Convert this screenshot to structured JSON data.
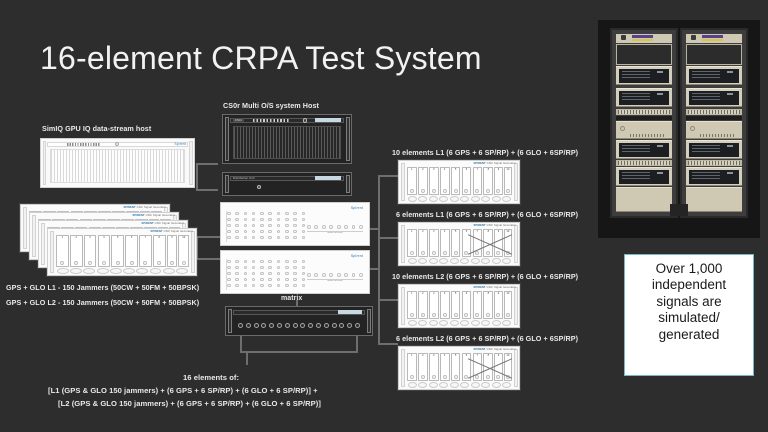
{
  "slide": {
    "title": "16-element CRPA Test System",
    "background_color": "#2d2d2d",
    "title_color": "#f2f2f2"
  },
  "labels": {
    "simiq_host": "SimIQ GPU  IQ data-stream host",
    "cs0r_host": "CS0r Multi O/S system Host",
    "matrix": "matrix",
    "jammer_l1": "GPS + GLO L1 - 150 Jammers (50CW + 50FM + 50BPSK)",
    "jammer_l2": "GPS + GLO L2 - 150 Jammers (50CW + 50FM + 50BPSK)",
    "ten_elements_l1": "10 elements L1 (6 GPS + 6 SP/RP) + (6 GLO + 6SP/RP)",
    "six_elements_l1": "6 elements L1 (6 GPS + 6 SP/RP) + (6 GLO + 6SP/RP)",
    "ten_elements_l2": "10 elements L2 (6 GPS + 6 SP/RP) + (6 GLO + 6SP/RP)",
    "six_elements_l2": "6 elements L2 (6 GPS + 6 SP/RP) + (6 GLO + 6SP/RP)"
  },
  "summary": {
    "line1": "16 elements of:",
    "line2": "[L1 (GPS & GLO 150 jammers) + (6 GPS + 6 SP/RP) + (6 GLO + 6 SP/RP)] +",
    "line3": "[L2 (GPS & GLO 150 jammers) + (6 GPS + 6 SP/RP) + (6 GLO + 6 SP/RP)]"
  },
  "callout": {
    "text": "Over 1,000 independent signals are simulated/ generated",
    "border_color": "#78b9c9",
    "background_color": "#ffffff",
    "text_color": "#1a1a1a"
  },
  "devices": {
    "brand": "Spirent",
    "panel_header_model": "CS0r Signal Generator",
    "panel_header_prefix": "SPIRENT",
    "cs0r_chassis_tag": "CS0r",
    "distribution_unit_tag": "Distribution Unit",
    "channel_numbers": [
      "1",
      "2",
      "3",
      "4",
      "5",
      "6",
      "7",
      "8",
      "9",
      "10"
    ],
    "matrix_caption": "matrix out array",
    "port_count": 16
  },
  "photo": {
    "caption": "",
    "rack_count": 2
  }
}
